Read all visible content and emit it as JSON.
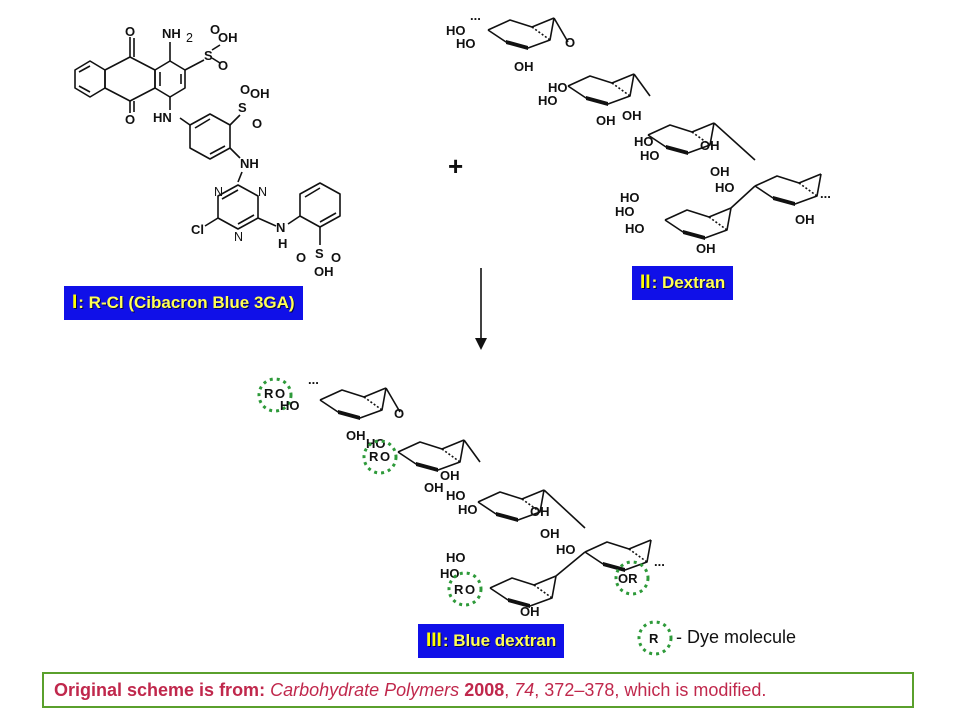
{
  "labels": {
    "compound_1": {
      "numeral": "I",
      "text": ": R-Cl (Cibacron Blue 3GA)"
    },
    "compound_2": {
      "numeral": "II",
      "text": ": Dextran"
    },
    "compound_3": {
      "numeral": "III",
      "text": ": Blue dextran"
    }
  },
  "reaction": {
    "plus_sign": "+"
  },
  "legend": {
    "symbol": "R",
    "text": "- Dye molecule"
  },
  "source": {
    "prefix": "Original scheme is from:",
    "journal": "Carbohydrate Polymers",
    "year": "2008",
    "volume": "74",
    "pages": "372–378",
    "suffix": ", which is modified."
  },
  "structure_atoms": {
    "dye": {
      "carbonyl_top": "O",
      "carbonyl_bottom": "O",
      "amine": "NH",
      "amine_sub": "2",
      "sulfonate": "S",
      "sulfonate_oh": "OH",
      "sulfonate_o": "O",
      "linker_nh": "HN",
      "bridge_nh": "NH",
      "triazine_n": "N",
      "chloro": "Cl",
      "aryl_nh": "N",
      "aryl_h": "H"
    },
    "dextran": {
      "hydroxyl": "OH",
      "hydroxyl_left": "HO",
      "ring_oxygen": "O",
      "chain_end": "..."
    },
    "blue_dextran": {
      "ester_r": "R",
      "ester_left": "O",
      "ester_right": "OR"
    }
  },
  "colors": {
    "label_background": "#1010e8",
    "label_text": "#ffff00",
    "dye_circle": "#2e9a3a",
    "source_border": "#5aa02c",
    "source_text": "#c0284c"
  }
}
